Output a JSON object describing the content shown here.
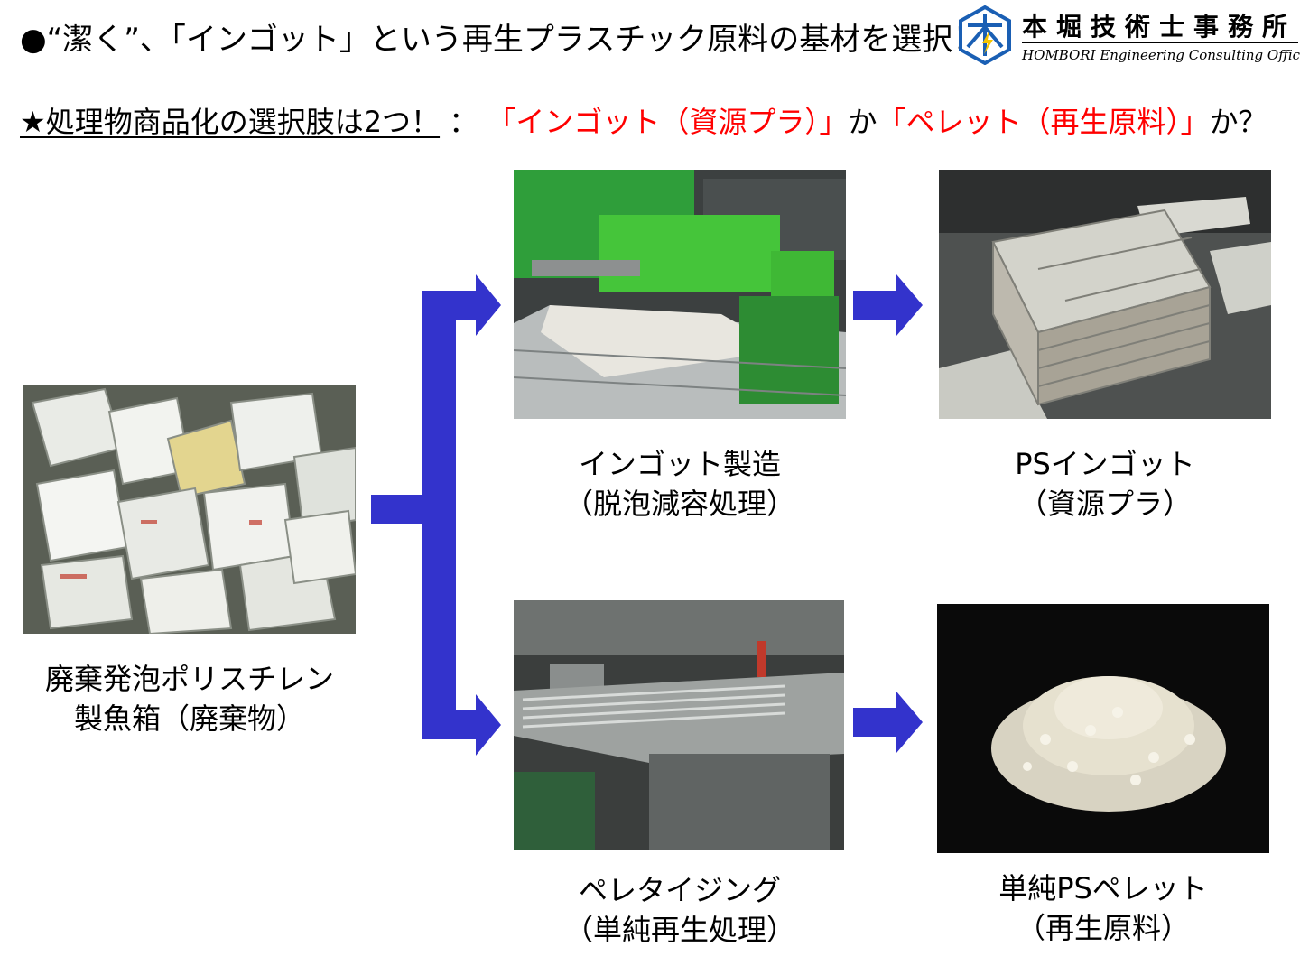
{
  "header": {
    "title": "●“潔く”、「インゴット」という再生プラスチック原料の基材を選択！",
    "subtitle_underlined": "★処理物商品化の選択肢は2つ！",
    "subtitle_colon": "：",
    "subtitle_option1": "「インゴット（資源プラ）」",
    "subtitle_ka1": "か",
    "subtitle_option2": "「ペレット（再生原料）」",
    "subtitle_ka2": "か？"
  },
  "logo": {
    "name": "本堀技術士事務所",
    "english": "HOMBORI Engineering Consulting Office"
  },
  "flow": {
    "source": {
      "line1": "廃棄発泡ポリスチレン",
      "line2": "製魚箱（廃棄物）"
    },
    "ingot_process": {
      "line1": "インゴット製造",
      "line2": "（脱泡減容処理）"
    },
    "ingot_product": {
      "line1": "PSインゴット",
      "line2": "（資源プラ）"
    },
    "pellet_process": {
      "line1": "ペレタイジング",
      "line2": "（単純再生処理）"
    },
    "pellet_product": {
      "line1": "単純PSペレット",
      "line2": "（再生原料）"
    }
  },
  "colors": {
    "arrow": "#3333cc",
    "accent_red": "#ff0000",
    "logo_blue": "#1a5fb4"
  }
}
